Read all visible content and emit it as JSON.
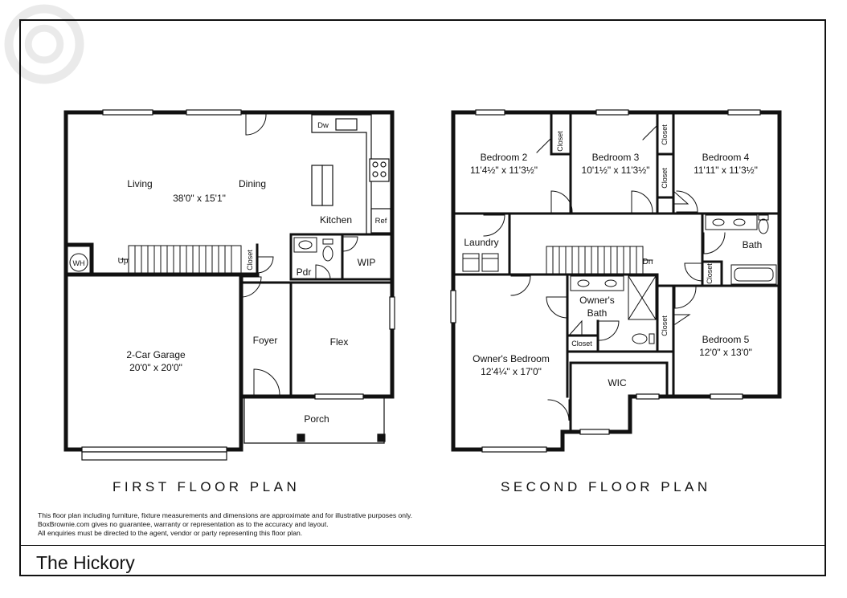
{
  "project_name": "The Hickory",
  "first_floor": {
    "title": "FIRST FLOOR PLAN",
    "rooms": {
      "living": "Living",
      "living_dim": "38'0\" x 15'1\"",
      "dining": "Dining",
      "kitchen": "Kitchen",
      "dw": "Dw",
      "ref": "Ref",
      "pdr": "Pdr",
      "wip": "WIP",
      "wh": "WH",
      "up": "Up",
      "closet": "Closet",
      "garage": "2-Car Garage",
      "garage_dim": "20'0\" x 20'0\"",
      "foyer": "Foyer",
      "flex": "Flex",
      "porch": "Porch"
    }
  },
  "second_floor": {
    "title": "SECOND FLOOR PLAN",
    "rooms": {
      "bedroom2": "Bedroom 2",
      "bedroom2_dim": "11'4½\" x 11'3½\"",
      "bedroom3": "Bedroom 3",
      "bedroom3_dim": "10'1½\" x 11'3½\"",
      "bedroom4": "Bedroom 4",
      "bedroom4_dim": "11'11\" x 11'3½\"",
      "laundry": "Laundry",
      "bath": "Bath",
      "dn": "Dn",
      "owners_bath_1": "Owner's",
      "owners_bath_2": "Bath",
      "closet": "Closet",
      "owners_bedroom": "Owner's Bedroom",
      "owners_bedroom_dim": "12'4¼\" x 17'0\"",
      "wic": "WIC",
      "bedroom5": "Bedroom 5",
      "bedroom5_dim": "12'0\" x 13'0\""
    }
  },
  "disclaimer": [
    "This floor plan including furniture, fixture measurements and dimensions are approximate and for illustrative purposes only.",
    "BoxBrownie.com gives no guarantee, warranty or representation as to the accuracy and layout.",
    "All enquiries must be directed to the agent, vendor or party representing this floor plan."
  ]
}
